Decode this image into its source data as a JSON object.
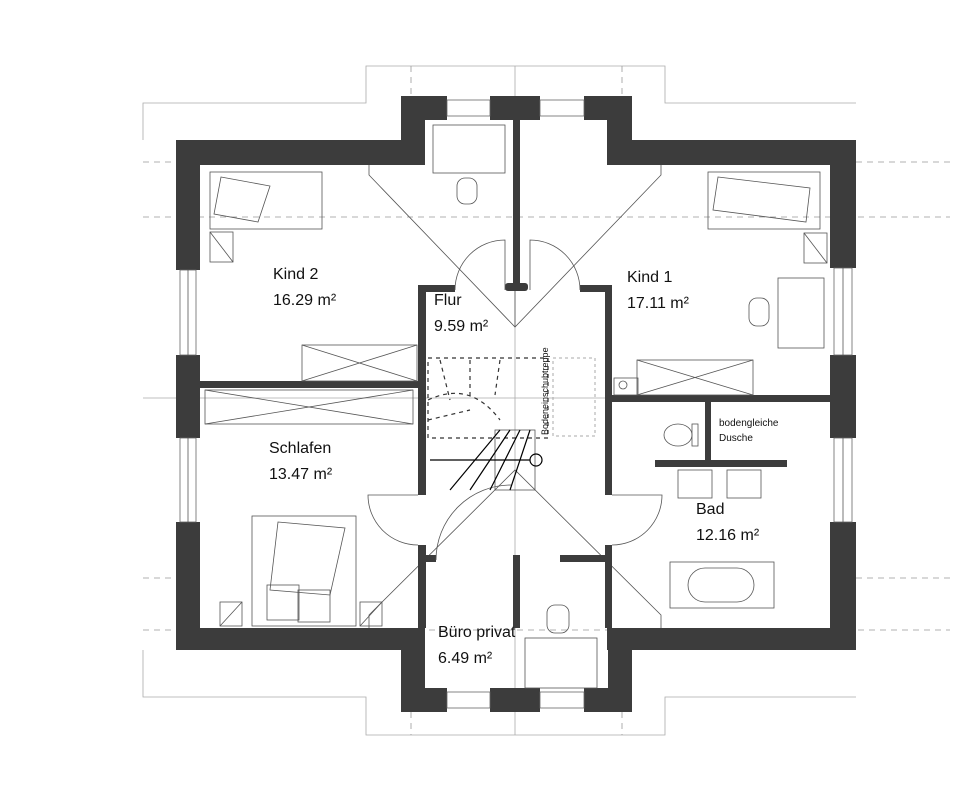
{
  "plan": {
    "rooms": [
      {
        "name": "Kind 2",
        "area": "16.29 m²"
      },
      {
        "name": "Flur",
        "area": "9.59 m²"
      },
      {
        "name": "Kind 1",
        "area": "17.11 m²"
      },
      {
        "name": "Schlafen",
        "area": "13.47 m²"
      },
      {
        "name": "Bad",
        "area": "12.16 m²"
      },
      {
        "name": "Büro privat",
        "area": "6.49 m²"
      }
    ],
    "stair_label": "Bodeneinschubtreppe",
    "shower_label_1": "bodengleiche",
    "shower_label_2": "Dusche"
  }
}
